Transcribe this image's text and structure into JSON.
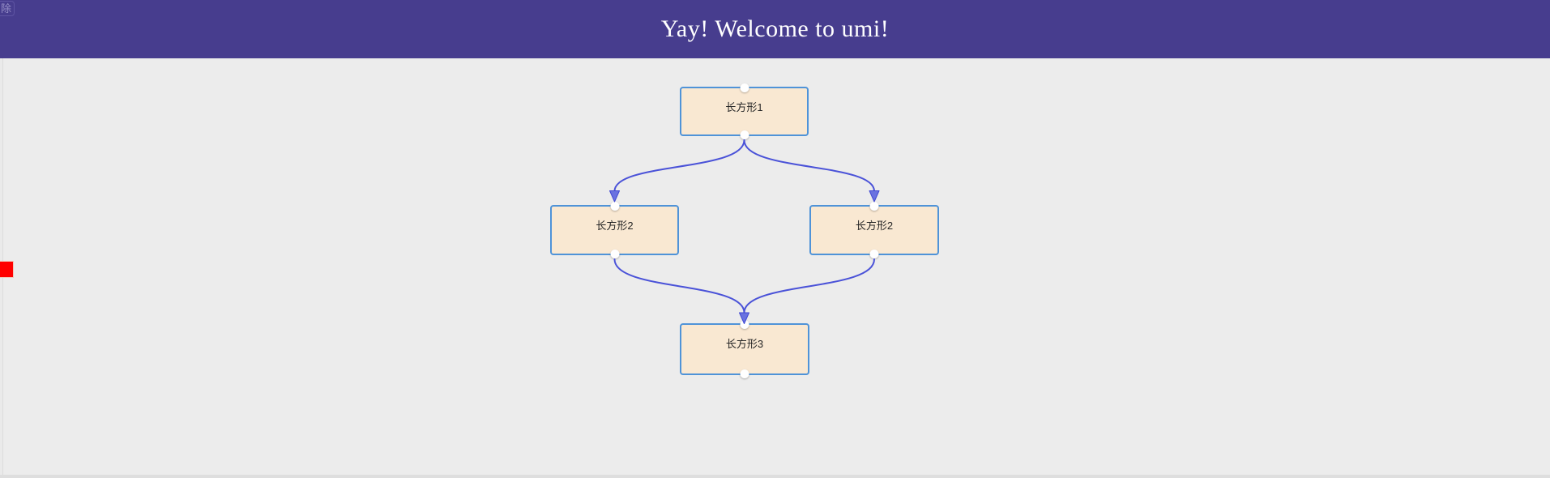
{
  "header": {
    "title": "Yay! Welcome to umi!",
    "partial_button_label": "除",
    "background_color": "#473d8e",
    "title_color": "#ffffff"
  },
  "diagram": {
    "background_color": "#ececec",
    "node_fill_color": "#f9e8d2",
    "node_border_color": "#4f93d8",
    "edge_color": "#4a52d8",
    "marker_color": "#ff0000",
    "nodes": [
      {
        "id": "rect-1",
        "label": "长方形1"
      },
      {
        "id": "rect-2-left",
        "label": "长方形2"
      },
      {
        "id": "rect-2-right",
        "label": "长方形2"
      },
      {
        "id": "rect-3",
        "label": "长方形3"
      }
    ],
    "edges": [
      {
        "from": "rect-1",
        "to": "rect-2-left"
      },
      {
        "from": "rect-1",
        "to": "rect-2-right"
      },
      {
        "from": "rect-2-left",
        "to": "rect-3"
      },
      {
        "from": "rect-2-right",
        "to": "rect-3"
      }
    ]
  }
}
